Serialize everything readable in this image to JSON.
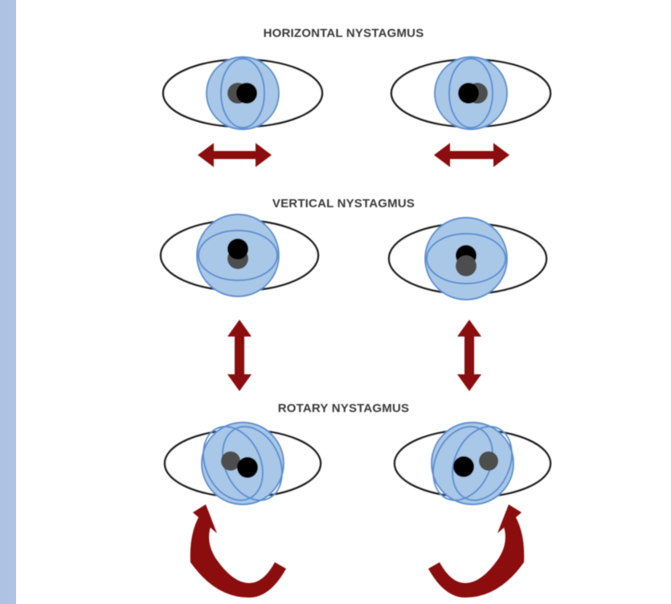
{
  "sections": {
    "horizontal": {
      "title": "HORIZONTAL NYSTAGMUS"
    },
    "vertical": {
      "title": "VERTICAL NYSTAGMUS"
    },
    "rotary": {
      "title": "ROTARY NYSTAGMUS"
    }
  },
  "colors": {
    "iris_fill": "#a9c8e8",
    "iris_stroke": "#5b8fd0",
    "eye_outline": "#1a1a1a",
    "arrow": "#8b0a0a",
    "pupil_dark": "#050505",
    "pupil_light": "#4d4d4d"
  },
  "icons": [
    "eye-icon",
    "double-arrow-horizontal-icon",
    "double-arrow-vertical-icon",
    "curved-arrow-icon"
  ]
}
